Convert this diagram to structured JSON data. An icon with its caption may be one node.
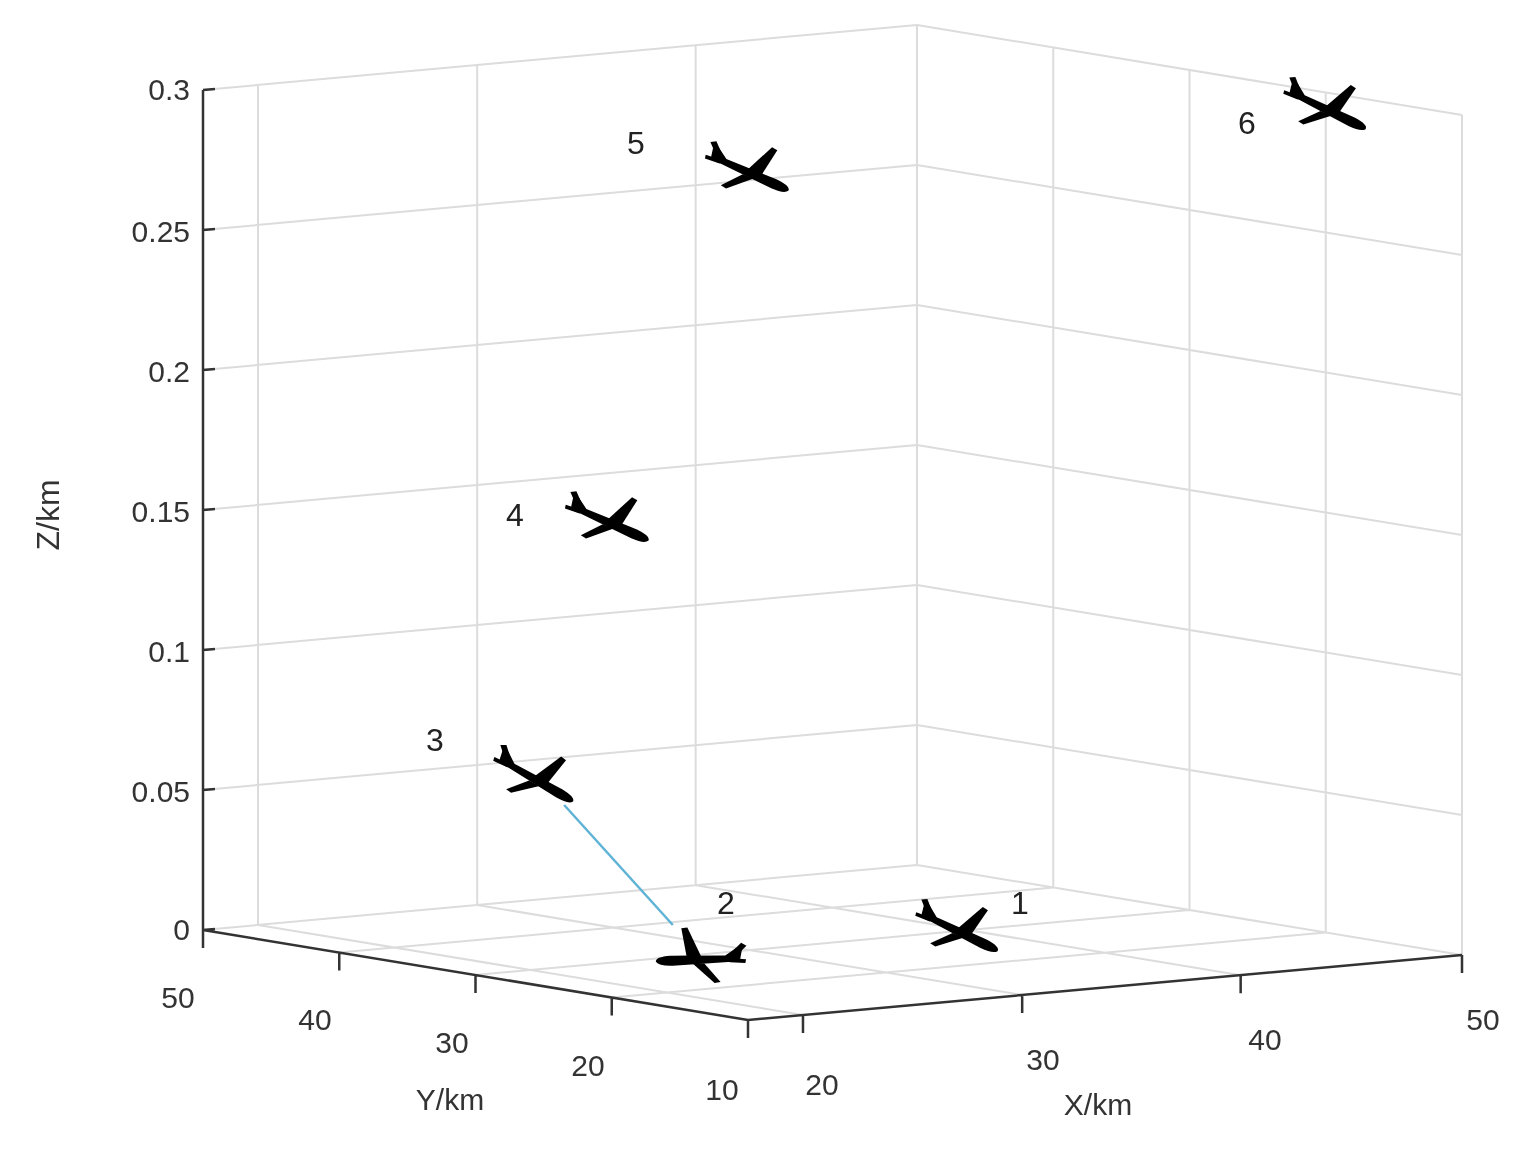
{
  "diagram": {
    "nodes": [
      {
        "text": [],
        "shape": "airplane",
        "beside": [
          "3"
        ]
      },
      {
        "text": [],
        "shape": "airplane",
        "beside": [
          "4"
        ]
      },
      {
        "text": [],
        "shape": "airplane",
        "beside": [
          "2"
        ]
      },
      {
        "text": [],
        "shape": "airplane",
        "beside": [
          "5"
        ]
      },
      {
        "text": [],
        "shape": "airplane",
        "beside": [
          "1"
        ]
      },
      {
        "text": [],
        "shape": "airplane",
        "beside": [
          "6"
        ]
      }
    ],
    "edges": [
      {
        "from": 0,
        "to": 2,
        "arrow": "none",
        "color": "#5fb3d6"
      }
    ],
    "labels": [
      "0.3",
      "0.25",
      "0.2",
      "0.15",
      "0.1",
      "0.05",
      "0",
      "Z/km",
      "50",
      "40",
      "30",
      "20",
      "10",
      "Y/km",
      "20",
      "30",
      "40",
      "50",
      "X/km"
    ]
  }
}
